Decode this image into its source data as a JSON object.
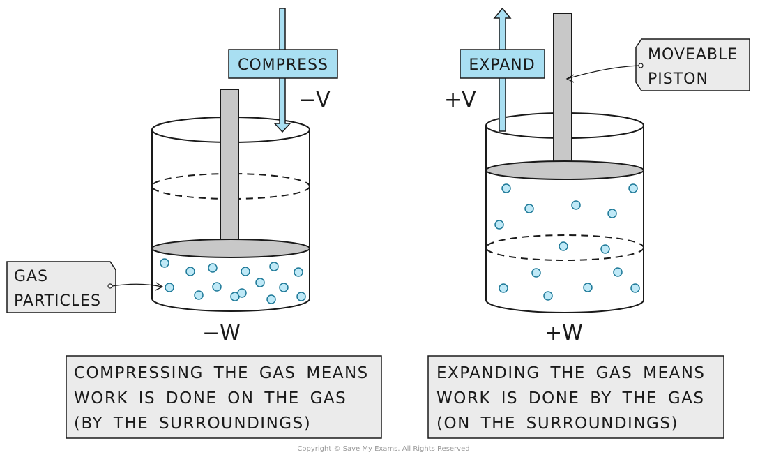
{
  "colors": {
    "particle_fill": "#bfe9f7",
    "particle_stroke": "#1f7a99",
    "arrow_fill": "#a9dff2",
    "label_box_fill": "#a9dff2",
    "piston_fill": "#c8c8c8",
    "caption_fill": "#ebebeb"
  },
  "left": {
    "action_label": "COMPRESS",
    "volume_sign": "−V",
    "work_sign": "−W",
    "particle_label_line1": "GAS",
    "particle_label_line2": "PARTICLES",
    "caption_line1": "COMPRESSING THE GAS MEANS",
    "caption_line2": "WORK IS DONE ON THE GAS",
    "caption_line3": "(BY THE SURROUNDINGS)"
  },
  "right": {
    "action_label": "EXPAND",
    "volume_sign": "+V",
    "work_sign": "+W",
    "piston_label_line1": "MOVEABLE",
    "piston_label_line2": "PISTON",
    "caption_line1": "EXPANDING THE GAS MEANS",
    "caption_line2": "WORK IS DONE BY THE GAS",
    "caption_line3": "(ON THE SURROUNDINGS)"
  },
  "copyright": "Copyright © Save My Exams. All Rights Reserved"
}
